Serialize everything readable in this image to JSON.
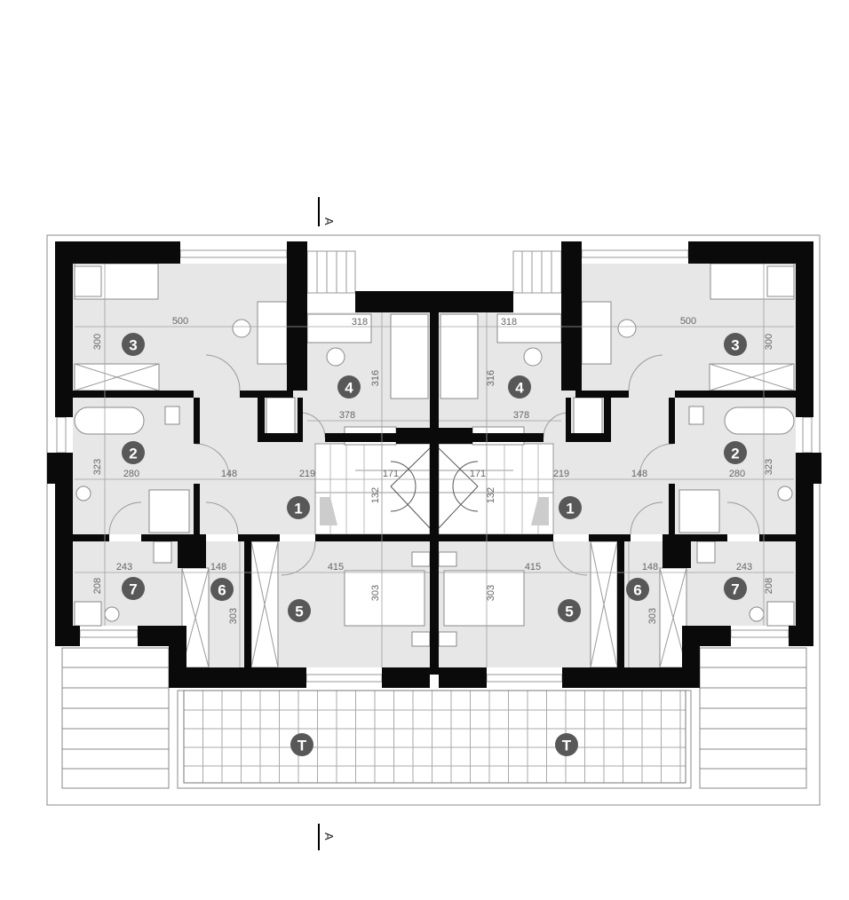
{
  "section_marker": "A",
  "rooms": {
    "hall": "1",
    "bathroom": "2",
    "bedroom_large": "3",
    "bedroom_small": "4",
    "bedroom_master": "5",
    "wardrobe": "6",
    "utility": "7",
    "terrace": "T"
  },
  "dimensions": {
    "room3_width": "500",
    "room3_depth": "300",
    "room2_depth": "323",
    "room2_width": "280",
    "hall_a": "148",
    "hall_b": "219",
    "stair_width": "171",
    "stair_depth": "132",
    "room4_top": "318",
    "room4_depth": "316",
    "room4_width": "378",
    "room7_width": "243",
    "room7_depth": "208",
    "room6_width": "148",
    "room6_depth": "303",
    "room5_width": "415",
    "room5_depth": "303"
  },
  "colors": {
    "wall": "#0a0a0a",
    "room_fill": "#e7e7e7",
    "badge": "#585858"
  }
}
